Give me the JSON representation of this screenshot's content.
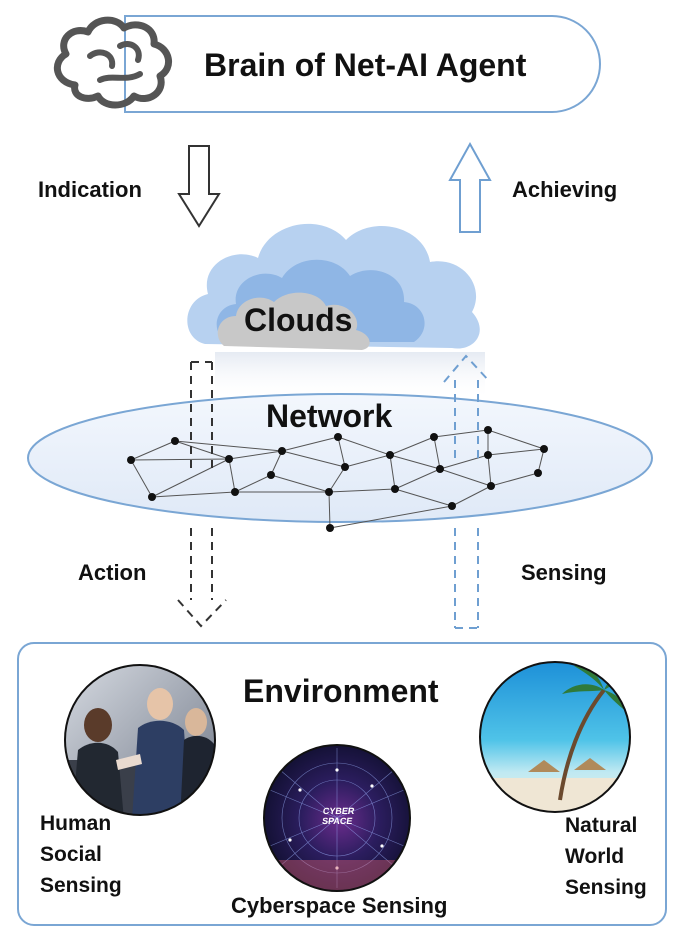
{
  "diagram": {
    "brain_title": "Brain of Net-AI Agent",
    "indication_label": "Indication",
    "achieving_label": "Achieving",
    "clouds_label": "Clouds",
    "network_label": "Network",
    "action_label": "Action",
    "sensing_label": "Sensing",
    "environment_label": "Environment",
    "human_social_line1": "Human",
    "human_social_line2": "Social",
    "human_social_line3": "Sensing",
    "natural_world_line1": "Natural",
    "natural_world_line2": "World",
    "natural_world_line3": "Sensing",
    "cyberspace_label": "Cyberspace Sensing",
    "cyber_logo_line1": "CYBER",
    "cyber_logo_line2": "SPACE"
  },
  "colors": {
    "outline_blue": "#7aa6d4",
    "arrow_blue": "#6f9fd1",
    "cloud_light": "#b7d1f0",
    "cloud_mid": "#8fb6e5",
    "cloud_core": "#c8c8c8",
    "ellipse_fill": "#eaf1fb"
  }
}
